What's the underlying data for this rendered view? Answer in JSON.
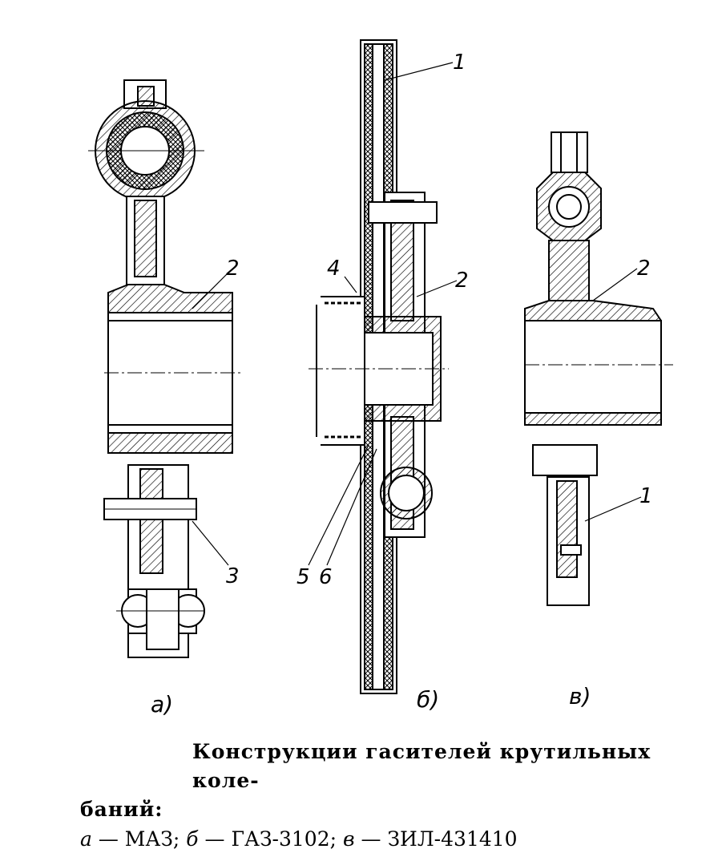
{
  "figure": {
    "callouts": {
      "a_2": "2",
      "a_3": "3",
      "b_1": "1",
      "b_2": "2",
      "b_4": "4",
      "b_5": "5",
      "b_6": "6",
      "c_1": "1",
      "c_2": "2"
    },
    "sublabels": {
      "a": "а)",
      "b": "б)",
      "c": "в)"
    }
  },
  "caption": {
    "title_line1": "Конструкции гасителей крутильных коле-",
    "title_line2": "баний:",
    "legend": [
      {
        "letter": "а",
        "text": "— МАЗ;"
      },
      {
        "letter": "б",
        "text": "— ГАЗ-3102;"
      },
      {
        "letter": "в",
        "text": "— ЗИЛ-431410"
      }
    ]
  }
}
